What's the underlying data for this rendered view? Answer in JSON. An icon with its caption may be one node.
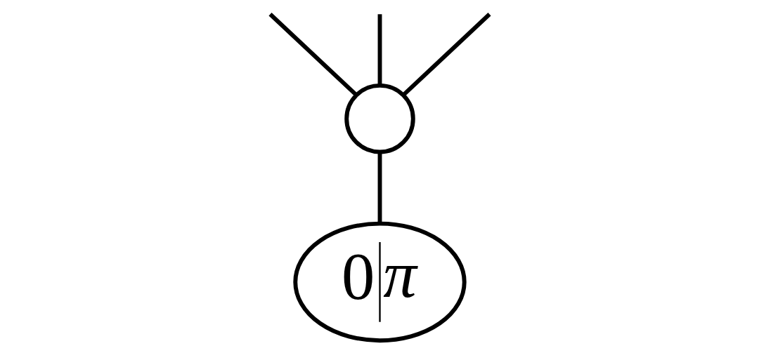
{
  "diagram": {
    "nodes": [
      {
        "text": [],
        "shape": "circle"
      },
      {
        "text": [
          "0",
          "π"
        ]
      }
    ],
    "edges": [
      {
        "from": null,
        "to": 0,
        "arrow": "none"
      },
      {
        "from": null,
        "to": 0,
        "arrow": "none"
      },
      {
        "from": null,
        "to": 0,
        "arrow": "none"
      },
      {
        "from": 0,
        "to": 1,
        "arrow": "none"
      }
    ]
  }
}
